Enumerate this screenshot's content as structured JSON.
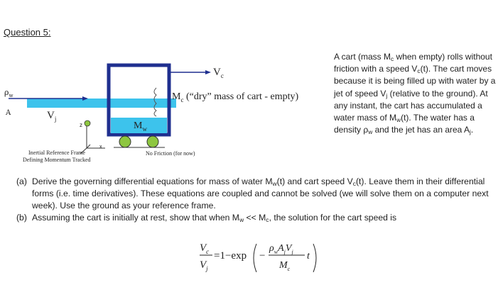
{
  "heading": "Question 5:",
  "problem_text": [
    "A cart (mass M",
    "c",
    " when empty) rolls without friction with a speed V",
    "c",
    "(t). The cart moves because it is being filled up with water by a jet of speed V",
    "j",
    " (relative to the ground). At any instant, the cart has accumulated a water mass of M",
    "w",
    "(t). The water has a density ρ",
    "w",
    " and the jet has an area A",
    "j",
    "."
  ],
  "diagram": {
    "rho_label": "ρ",
    "rho_sub": "w",
    "area_label": "A",
    "vj_label": "V",
    "vj_sub": "j",
    "vc_label": "V",
    "vc_sub": "c",
    "mw_label": "M",
    "mw_sub": "w",
    "mc_label_a": "M",
    "mc_label_sub": "c",
    "mc_label_b": " (“dry” mass of cart - empty)",
    "axis_z": "z",
    "axis_x": "x",
    "frame_line1": "Inertial Reference Frame",
    "frame_line2": "Defining Momentum Tracked",
    "friction": "No Friction (for now)"
  },
  "parts": [
    {
      "label": "(a)",
      "text": "Derive the governing differential equations for mass of water M(t) and cart speed V(t). Leave them in their differential forms (i.e. time derivatives). These equations are coupled and cannot be solved (we will solve them on a computer next week). Use the ground as your reference frame.",
      "segments": [
        "Derive the governing differential equations for mass of water M",
        "w",
        "(t) and cart speed V",
        "c",
        "(t). Leave them in their differential forms (i.e. time derivatives). These equations are coupled and cannot be solved (we will solve them on a computer next week). Use the ground as your reference frame."
      ]
    },
    {
      "label": "(b)",
      "segments": [
        "Assuming the cart is initially at rest, show that when M",
        "w",
        " << M",
        "c",
        ", the solution for the cart speed is"
      ]
    }
  ],
  "formula": {
    "lhs_num": "V",
    "lhs_num_sub": "c",
    "lhs_den": "V",
    "lhs_den_sub": "j",
    "eq": "=1−exp",
    "inner_minus": "−",
    "inner_num_rho": "ρ",
    "inner_num_rho_sub": "w",
    "inner_num_A": "A",
    "inner_num_A_sub": "j",
    "inner_num_V": "V",
    "inner_num_V_sub": "j",
    "inner_den": "M",
    "inner_den_sub": "c",
    "t": "t"
  },
  "colors": {
    "cart_outline": "#1f2f8f",
    "water": "#3dc3ec",
    "wheel": "#8dc63f"
  }
}
